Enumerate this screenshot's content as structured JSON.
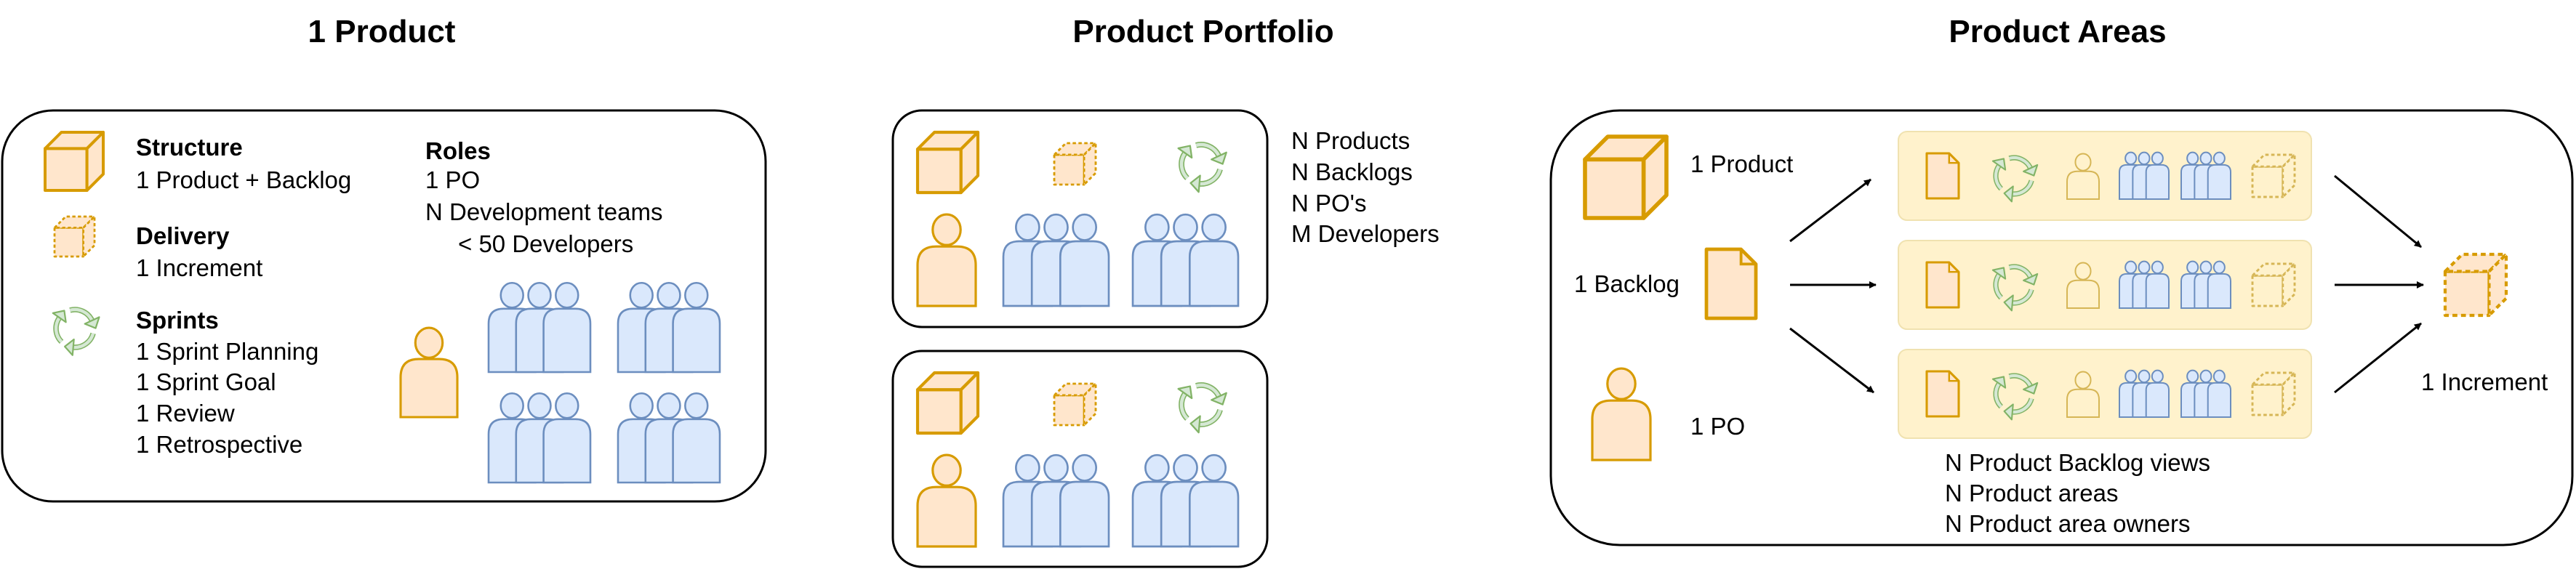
{
  "colors": {
    "product_fill": "#ffe6cc",
    "product_stroke": "#d79b00",
    "po_fill": "#ffe6cc",
    "po_stroke": "#d79b00",
    "dev_fill": "#dae8fc",
    "dev_stroke": "#6c8ebf",
    "sprint_fill": "#d5e8d4",
    "sprint_stroke": "#82b366",
    "area_fill": "#fff2cc",
    "area_stroke": "#d6b656",
    "backlog_fill": "#ffe6cc",
    "frame_stroke": "#000000"
  },
  "icons": [
    "product-cube-icon",
    "increment-cube-icon",
    "sprint-cycle-icon",
    "product-owner-icon",
    "development-team-icon",
    "backlog-document-icon",
    "arrow-icon"
  ],
  "one_product": {
    "title": "1 Product",
    "structure_heading": "Structure",
    "structure_text": "1 Product + Backlog",
    "delivery_heading": "Delivery",
    "delivery_text": "1 Increment",
    "sprints_heading": "Sprints",
    "sprints_lines": [
      "1 Sprint Planning",
      "1 Sprint Goal",
      "1 Review",
      "1 Retrospective"
    ],
    "roles_heading": "Roles",
    "roles_lines": [
      "1 PO",
      "N Development teams",
      "< 50 Developers"
    ]
  },
  "portfolio": {
    "title": "Product Portfolio",
    "lines": [
      "N Products",
      "N Backlogs",
      "N PO's",
      "M Developers"
    ]
  },
  "areas": {
    "title": "Product Areas",
    "product_label": "1 Product",
    "backlog_label": "1 Backlog",
    "po_label": "1 PO",
    "increment_label": "1 Increment",
    "bottom_lines": [
      "N Product Backlog views",
      "N Product areas",
      "N Product area owners"
    ]
  }
}
